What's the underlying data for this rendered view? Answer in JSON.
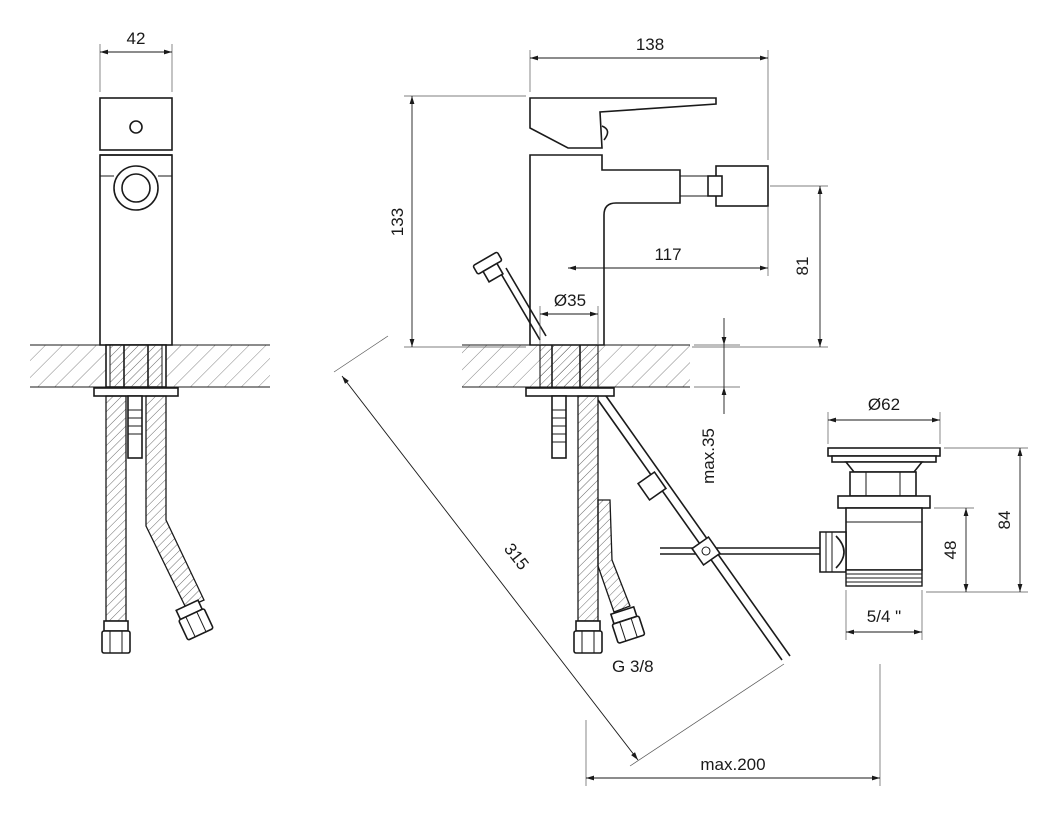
{
  "dimensions": {
    "width_front": "42",
    "total_length": "138",
    "height": "133",
    "spout_reach": "117",
    "spout_height": "81",
    "hole_diameter": "Ø35",
    "max_thickness": "max.35",
    "rod_length": "315",
    "rod_reach": "max.200",
    "connection_thread": "G 3/8",
    "waste_diameter": "Ø62",
    "waste_height": "84",
    "waste_outlet_height": "48",
    "waste_thread": "5/4 \""
  }
}
